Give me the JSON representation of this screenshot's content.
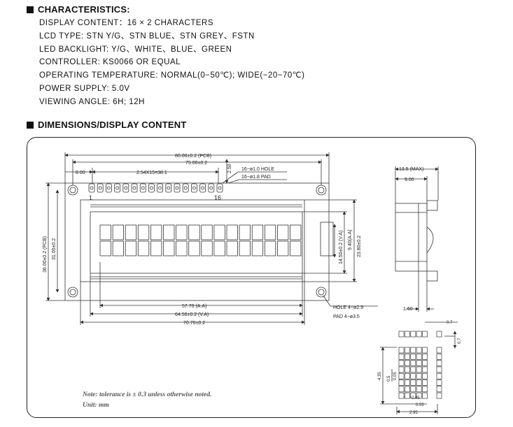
{
  "sections": {
    "characteristics_title": "CHARACTERISTICS:",
    "dimensions_title": "DIMENSIONS/DISPLAY CONTENT"
  },
  "specs": [
    "DISPLAY CONTENT：16 × 2 CHARACTERS",
    "LCD TYPE: STN Y/G、STN BLUE、STN GREY、FSTN",
    "LED BACKLIGHT: Y/G、WHITE、BLUE、GREEN",
    "CONTROLLER: KS0066 OR EQUAL",
    "OPERATING TEMPERATURE: NORMAL(0−50℃); WIDE(−20−70℃)",
    "POWER SUPPLY: 5.0V",
    "VIEWING ANGLE: 6H; 12H"
  ],
  "drawing": {
    "front": {
      "pcb_width": "80.00±0.2 (PCB)",
      "hole_span": "75.00±0.2",
      "pin_offset": "8.00",
      "pin_pitch": "2.54X15=38.1",
      "pin_height": "2.50",
      "hole_note": "16−ø1.0 HOLE",
      "pad_note": "16−ø1.8 PAD",
      "pin1": "1",
      "pin16": "16",
      "pcb_height": "36.00±0.2 (PCB)",
      "hole_vspan": "31.00±0.2",
      "va_height": "14.50±0.2 (V.A)",
      "aa_height": "9.40(A.A)",
      "bezel_height": "23.80±0.2",
      "aa_width": "57.70 (A.A)",
      "va_width": "64.50±0.2 (V.A)",
      "bezel_width": "70.70±0.2",
      "mount_hole": "HOLE  4−ø2.9",
      "mount_pad": "PAD   4−ø3.5"
    },
    "side": {
      "max_thickness": "13.5 (MAX)",
      "module_thickness": "9.00",
      "pcb_thickness": "1.60"
    },
    "char": {
      "dot_w": "0.7",
      "dot_pitch_h": "0.7",
      "char_h": "4.35",
      "dot_h": "0.5",
      "gap_v": "0.05",
      "gap_h": "0.05",
      "dot_pitch_w": "0.55",
      "char_w": "2.95"
    }
  },
  "notes": {
    "tolerance": "Note: tolerance is ± 0.3 unless otherwise noted.",
    "unit": "Unit: mm"
  }
}
